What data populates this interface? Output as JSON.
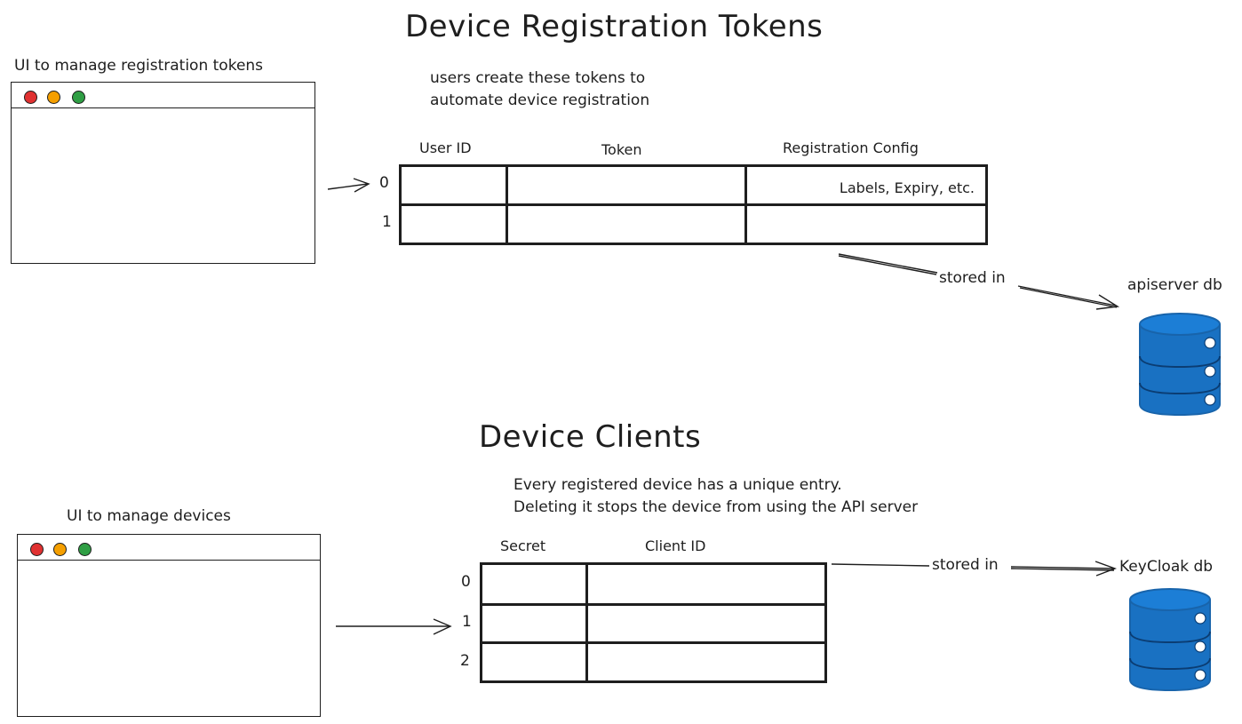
{
  "colors": {
    "ink": "#1e1e1e",
    "dot_red": "#e03131",
    "dot_yellow": "#f59f00",
    "dot_green": "#2f9e44",
    "globe_ocean": "#1c9ef0",
    "globe_land": "#40c057",
    "db_fill": "#1971c2",
    "db_dark": "#1864ab"
  },
  "icons": [
    "browser-window-icon",
    "globe-icon",
    "database-icon",
    "arrow-icon"
  ],
  "registration": {
    "title": "Device Registration Tokens",
    "ui_label": "UI to manage registration tokens",
    "note_line1": "users create these tokens to",
    "note_line2": "automate device registration",
    "columns": [
      "User ID",
      "Token",
      "Registration Config"
    ],
    "rows": [
      {
        "index": "0",
        "cells": [
          "",
          "",
          "Labels, Expiry, etc."
        ]
      },
      {
        "index": "1",
        "cells": [
          "",
          "",
          ""
        ]
      }
    ],
    "storage_edge_label": "stored in",
    "storage_label": "apiserver db"
  },
  "clients": {
    "title": "Device Clients",
    "ui_label": "UI to manage devices",
    "note_line1": "Every registered device has a unique entry.",
    "note_line2": "Deleting it stops the device from using the API server",
    "columns": [
      "Secret",
      "Client ID"
    ],
    "rows": [
      {
        "index": "0",
        "cells": [
          "",
          ""
        ]
      },
      {
        "index": "1",
        "cells": [
          "",
          ""
        ]
      },
      {
        "index": "2",
        "cells": [
          "",
          ""
        ]
      }
    ],
    "storage_edge_label": "stored in",
    "storage_label": "KeyCloak db"
  }
}
